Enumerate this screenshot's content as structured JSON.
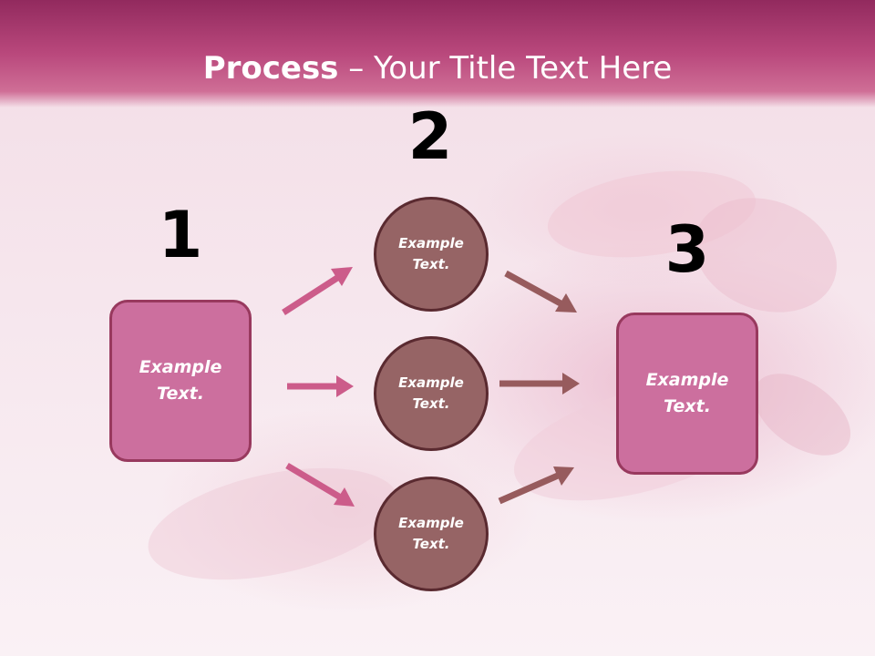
{
  "title": {
    "bold": "Process",
    "rest": " – Your Title Text Here"
  },
  "steps": [
    {
      "number": "1",
      "text_line1": "Example",
      "text_line2": "Text."
    },
    {
      "number": "2",
      "text_line1": "Example",
      "text_line2": "Text."
    },
    {
      "number": "3",
      "text_line1": "Example",
      "text_line2": "Text."
    }
  ],
  "circles": [
    {
      "text_line1": "Example",
      "text_line2": "Text."
    },
    {
      "text_line1": "Example",
      "text_line2": "Text."
    },
    {
      "text_line1": "Example",
      "text_line2": "Text."
    }
  ],
  "colors": {
    "header": "#b9487c",
    "box_fill": "#cc6f9e",
    "box_border": "#98395e",
    "circle_fill": "#966465",
    "circle_border": "#5a2a30",
    "arrow_left": "#cc5c8a",
    "arrow_right": "#975b5d"
  }
}
